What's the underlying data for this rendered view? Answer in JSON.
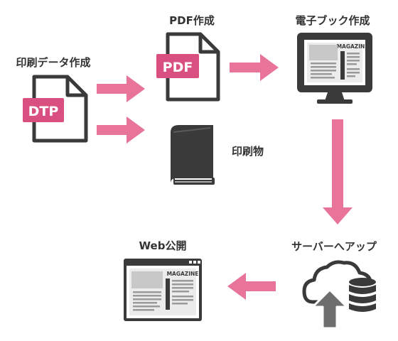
{
  "colors": {
    "accent": "#e8749a",
    "dark": "#3a3a3a",
    "label": "#333333",
    "badge": "#d94f7f"
  },
  "nodes": {
    "dtp_data": {
      "label": "印刷データ作成",
      "badge": "DTP",
      "icon": "dtp-file-icon"
    },
    "pdf": {
      "label": "PDF作成",
      "badge": "PDF",
      "icon": "pdf-file-icon"
    },
    "ebook": {
      "label": "電子ブック作成",
      "screen_text": "MAGAZINE",
      "icon": "monitor-magazine-icon"
    },
    "print": {
      "label": "印刷物",
      "icon": "book-icon"
    },
    "upload": {
      "label": "サーバーへアップ",
      "icon": "cloud-database-upload-icon"
    },
    "web": {
      "label": "Web公開",
      "screen_text": "MAGAZINE",
      "icon": "browser-window-icon"
    }
  },
  "edges": [
    {
      "from": "dtp_data",
      "to": "pdf"
    },
    {
      "from": "dtp_data",
      "to": "print"
    },
    {
      "from": "pdf",
      "to": "ebook"
    },
    {
      "from": "ebook",
      "to": "upload"
    },
    {
      "from": "upload",
      "to": "web"
    }
  ]
}
